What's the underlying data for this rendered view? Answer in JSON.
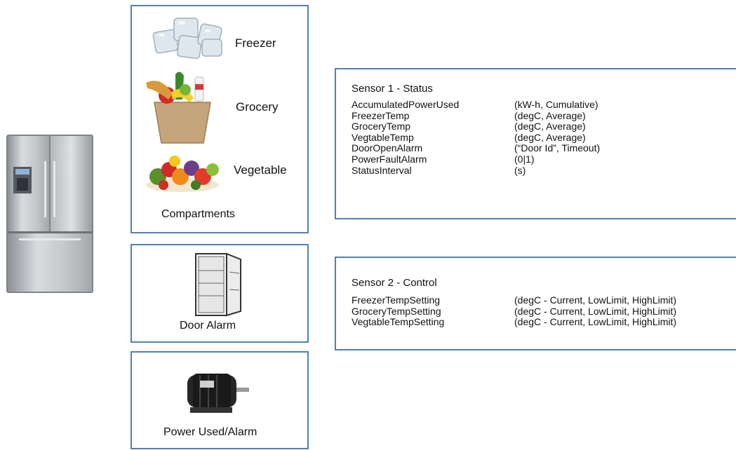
{
  "compartments": {
    "items": [
      {
        "label": "Freezer",
        "icon": "ice-cubes-icon"
      },
      {
        "label": "Grocery",
        "icon": "grocery-bag-icon"
      },
      {
        "label": "Vegetable",
        "icon": "vegetables-icon"
      }
    ],
    "caption": "Compartments"
  },
  "door_alarm": {
    "caption": "Door Alarm",
    "icon": "open-fridge-icon"
  },
  "power": {
    "caption": "Power Used/Alarm",
    "icon": "motor-icon"
  },
  "appliance": {
    "icon": "refrigerator-icon"
  },
  "sensor1": {
    "title": "Sensor 1 - Status",
    "rows": [
      {
        "name": "AccumulatedPowerUsed",
        "unit": "(kW-h, Cumulative)"
      },
      {
        "name": "FreezerTemp",
        "unit": "(degC, Average)"
      },
      {
        "name": "GroceryTemp",
        "unit": "(degC, Average)"
      },
      {
        "name": "VegtableTemp",
        "unit": "(degC, Average)"
      },
      {
        "name": "DoorOpenAlarm",
        "unit": "(“Door Id”, Timeout)"
      },
      {
        "name": "PowerFaultAlarm",
        "unit": "(0|1)"
      },
      {
        "name": "StatusInterval",
        "unit": "(s)"
      }
    ]
  },
  "sensor2": {
    "title": "Sensor 2 - Control",
    "rows": [
      {
        "name": "FreezerTempSetting",
        "unit": "(degC - Current, LowLimit, HighLimit)"
      },
      {
        "name": "GroceryTempSetting",
        "unit": "(degC - Current, LowLimit, HighLimit)"
      },
      {
        "name": "VegtableTempSetting",
        "unit": "(degC - Current, LowLimit, HighLimit)"
      }
    ]
  },
  "colors": {
    "border": "#4f7fb9",
    "steel": "#b8bcc0"
  }
}
